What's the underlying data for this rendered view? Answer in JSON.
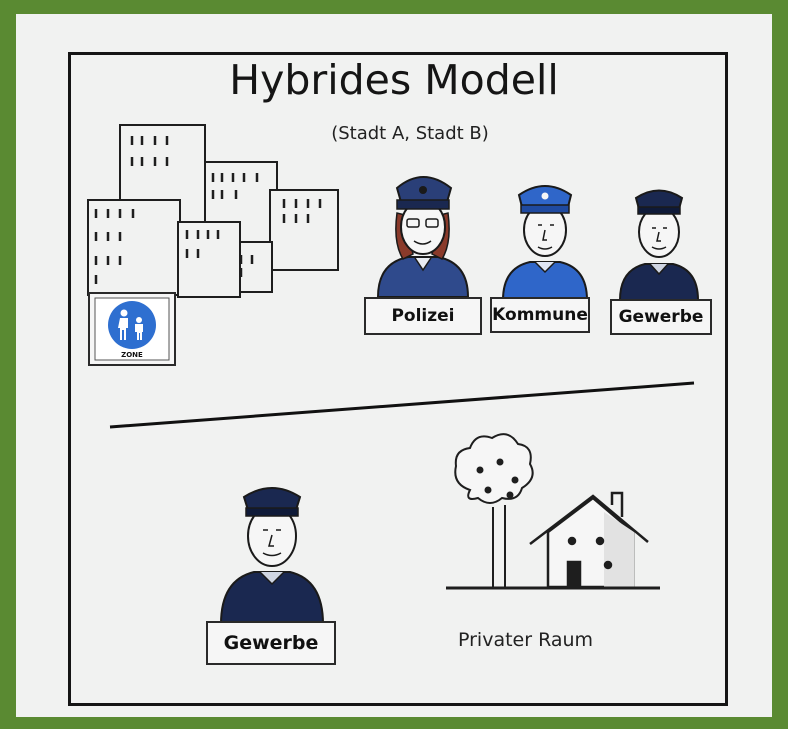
{
  "title": "Hybrides Modell",
  "subtitle": "(Stadt A, Stadt B)",
  "sign_text": "ZONE",
  "labels": {
    "polizei": "Polizei",
    "kommune": "Kommune",
    "gewerbe_top": "Gewerbe",
    "gewerbe_bottom": "Gewerbe"
  },
  "private_space": "Privater Raum",
  "colors": {
    "frame_green": "#5a8a32",
    "police_dark": "#2f4a8c",
    "kommune_blue": "#2f66c9",
    "gewerbe_navy": "#1a2850",
    "sign_blue": "#2e6fd0"
  }
}
